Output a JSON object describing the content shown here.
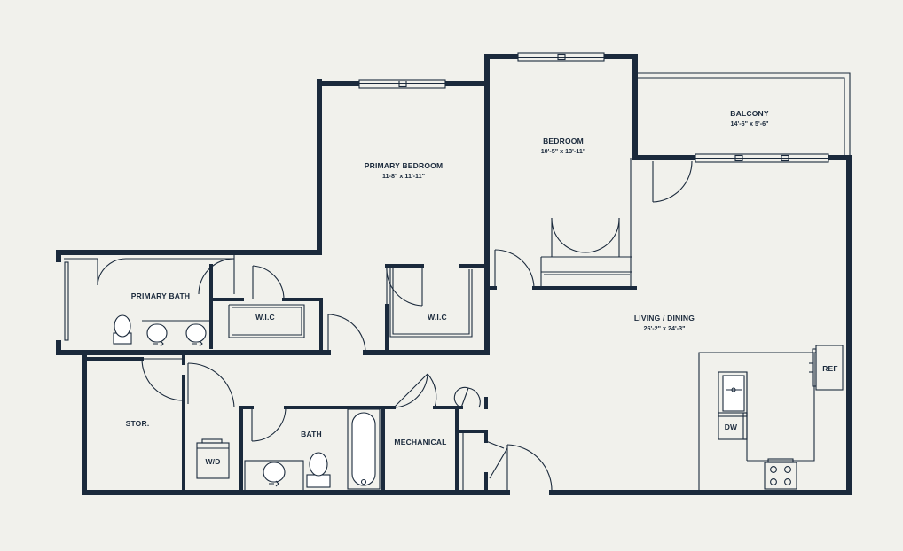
{
  "rooms": {
    "balcony": {
      "name": "BALCONY",
      "dims": "14'-6\" x 5'-6\""
    },
    "bedroom": {
      "name": "BEDROOM",
      "dims": "10'-5\" x 13'-11\""
    },
    "primary_bedroom": {
      "name": "PRIMARY BEDROOM",
      "dims": "11-8\" x 11'-11\""
    },
    "primary_bath": {
      "name": "PRIMARY BATH"
    },
    "wic_left": {
      "name": "W.I.C"
    },
    "wic_right": {
      "name": "W.I.C"
    },
    "living_dining": {
      "name": "LIVING / DINING",
      "dims": "26'-2\" x 24'-3\""
    },
    "storage": {
      "name": "STOR."
    },
    "bath": {
      "name": "BATH"
    },
    "mechanical": {
      "name": "MECHANICAL"
    }
  },
  "fixtures": {
    "washer_dryer": "W/D",
    "dishwasher": "DW",
    "refrigerator": "REF"
  },
  "colors": {
    "background": "#f1f1ec",
    "walls": "#1b2a3c"
  }
}
